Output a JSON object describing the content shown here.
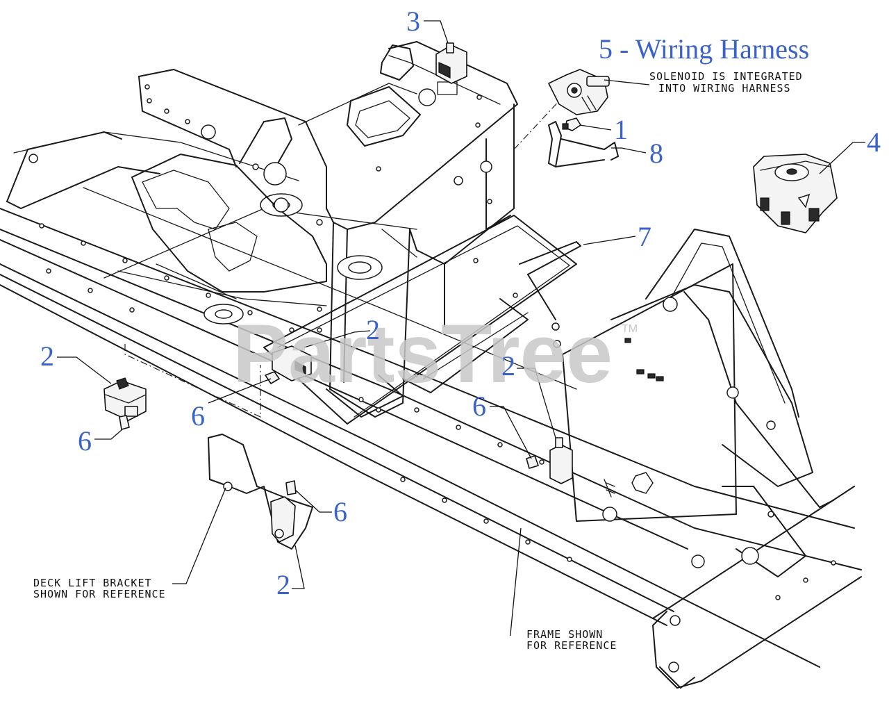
{
  "title": "5 - Wiring Harness",
  "watermark": "PartsTree",
  "watermark_tm": "TM",
  "callouts": {
    "c1": "1",
    "c2a": "2",
    "c2b": "2",
    "c2c": "2",
    "c2d": "2",
    "c3": "3",
    "c4": "4",
    "c6a": "6",
    "c6b": "6",
    "c6c": "6",
    "c6d": "6",
    "c7": "7",
    "c8": "8"
  },
  "notes": {
    "solenoid_line1": "SOLENOID IS INTEGRATED",
    "solenoid_line2": "INTO WIRING HARNESS",
    "deck_line1": "DECK LIFT BRACKET",
    "deck_line2": "SHOWN FOR REFERENCE",
    "frame_line1": "FRAME SHOWN",
    "frame_line2": "FOR REFERENCE"
  },
  "colors": {
    "callout": "#3a62c9",
    "line": "#1a1a1a",
    "watermark": "#c8c8c8",
    "background": "#ffffff"
  }
}
